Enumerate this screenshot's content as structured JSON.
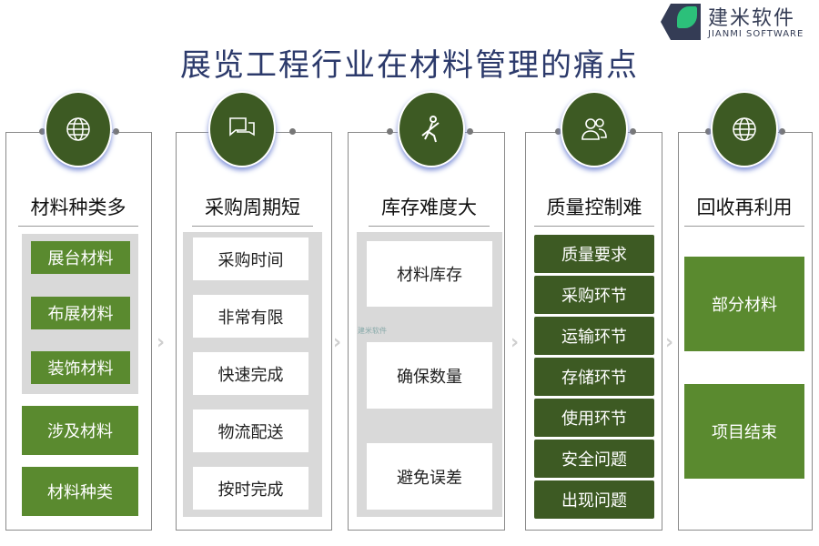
{
  "title": "展览工程行业在材料管理的痛点",
  "logo": {
    "cn": "建米软件",
    "en": "JIANMI SOFTWARE"
  },
  "watermark": "建米软件",
  "columns": [
    {
      "icon": "globe-icon",
      "title": "材料种类多",
      "inner": [
        "展台材料",
        "布展材料",
        "装饰材料"
      ],
      "outer": [
        "涉及材料",
        "材料种类"
      ]
    },
    {
      "icon": "chat-icon",
      "title": "采购周期短",
      "items": [
        "采购时间",
        "非常有限",
        "快速完成",
        "物流配送",
        "按时完成"
      ]
    },
    {
      "icon": "worker-icon",
      "title": "库存难度大",
      "items": [
        "材料库存",
        "确保数量",
        "避免误差"
      ]
    },
    {
      "icon": "users-icon",
      "title": "质量控制难",
      "items": [
        "质量要求",
        "采购环节",
        "运输环节",
        "存储环节",
        "使用环节",
        "安全问题",
        "出现问题"
      ]
    },
    {
      "icon": "globe-icon",
      "title": "回收再利用",
      "items": [
        "部分材料",
        "项目结束"
      ]
    }
  ],
  "colors": {
    "dark_green": "#3d5a23",
    "green": "#5a8a2f",
    "title": "#2c3a6b"
  }
}
